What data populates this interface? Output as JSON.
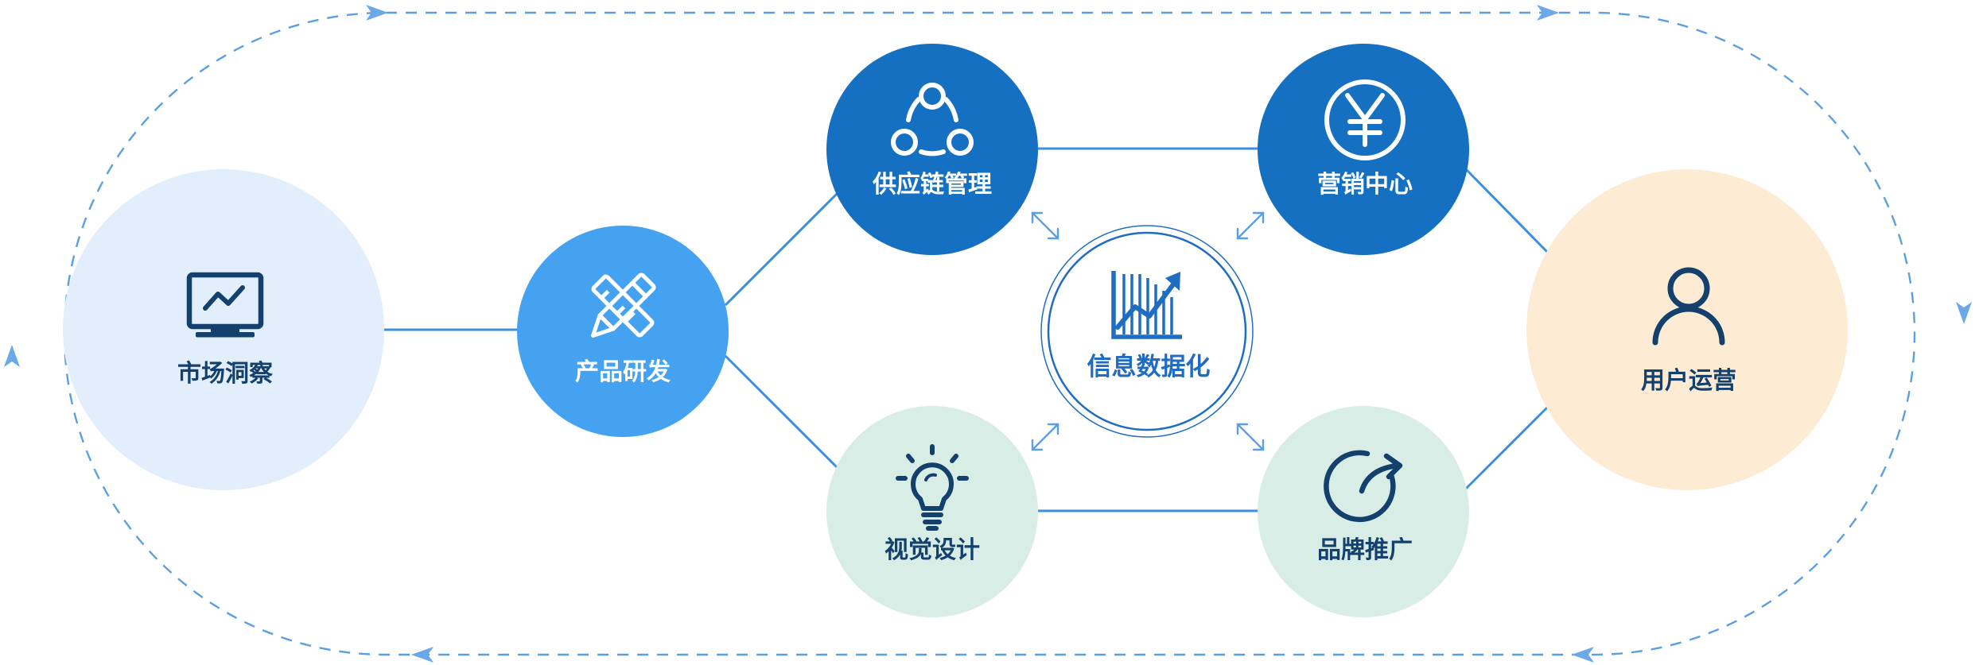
{
  "colors": {
    "background": "#ffffff",
    "line": "#3a8fde",
    "dashed_line": "#5b9fe3",
    "arrow_head": "#6aa8e8",
    "dark_blue": "#1570c2",
    "medium_blue": "#44a2f0",
    "light_blue": "#e2eefb",
    "mint": "#d7ede6",
    "peach": "#fdebd3",
    "icon_dark": "#14406d",
    "label_dark": "#14406d",
    "center_text": "#1f6dc3",
    "white": "#ffffff"
  },
  "nodes": {
    "market": {
      "label": "市场洞察",
      "icon": "monitor-chart-icon"
    },
    "product": {
      "label": "产品研发",
      "icon": "pencil-ruler-icon"
    },
    "supply": {
      "label": "供应链管理",
      "icon": "network-nodes-icon"
    },
    "marketing": {
      "label": "营销中心",
      "icon": "yen-circle-icon"
    },
    "visual": {
      "label": "视觉设计",
      "icon": "lightbulb-icon"
    },
    "brand": {
      "label": "品牌推广",
      "icon": "share-arrow-icon"
    },
    "user": {
      "label": "用户运营",
      "icon": "user-icon"
    },
    "center": {
      "label": "信息数据化",
      "icon": "growth-chart-icon"
    }
  }
}
